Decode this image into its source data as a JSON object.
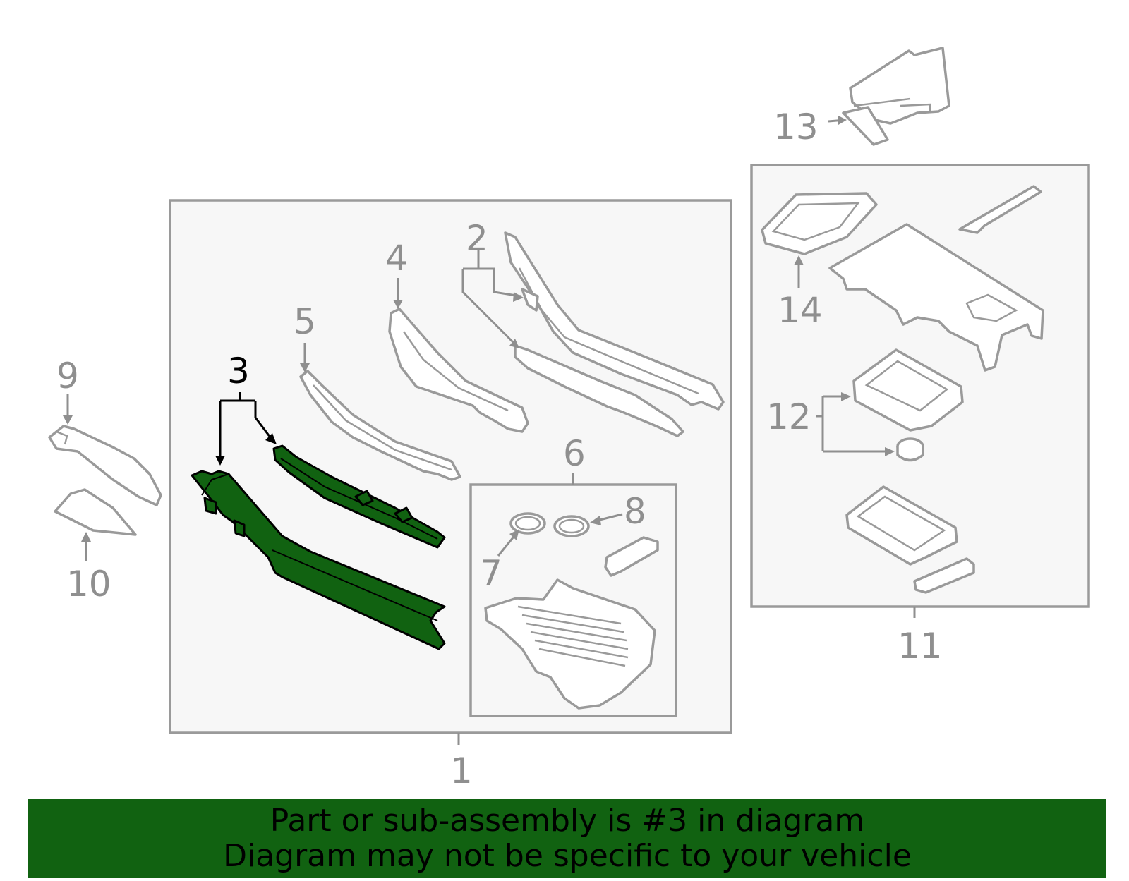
{
  "callouts": {
    "c1": "1",
    "c2": "2",
    "c3": "3",
    "c4": "4",
    "c5": "5",
    "c6": "6",
    "c7": "7",
    "c8": "8",
    "c9": "9",
    "c10": "10",
    "c11": "11",
    "c12": "12",
    "c13": "13",
    "c14": "14"
  },
  "highlighted_part": "3",
  "colors": {
    "highlight": "#116211",
    "banner": "#116211",
    "line_art": "#9a9a9a",
    "box_fill": "#f7f7f7"
  },
  "banner": {
    "line1": "Part or sub-assembly is #3 in diagram",
    "line2": "Diagram may not be specific to your vehicle"
  }
}
